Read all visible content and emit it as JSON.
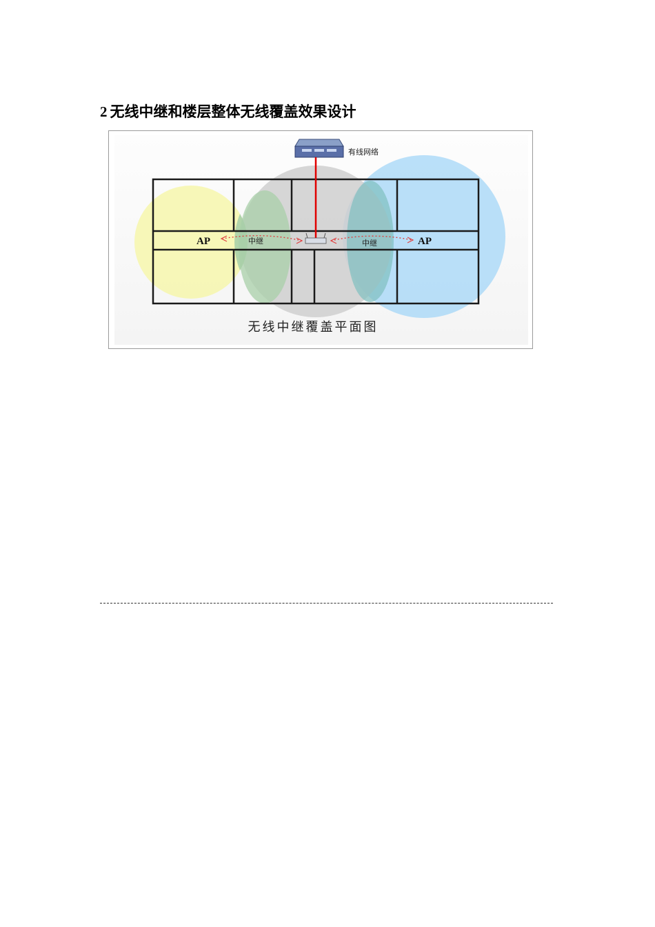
{
  "section": {
    "number": "2",
    "title": "无线中继和楼层整体无线覆盖效果设计"
  },
  "figure": {
    "switch_label": "有线网络",
    "ap_left": "AP",
    "ap_right": "AP",
    "relay_left": "中继",
    "relay_right": "中继",
    "caption": "无线中继覆盖平面图",
    "colors": {
      "left_circle": "#f6f6b0",
      "center_circle": "#cfcfcf",
      "right_circle": "#a9d8f7",
      "overlap_green": "#a8cfa8",
      "overlap_teal": "#7fbfbf",
      "wired_link": "#e00000",
      "relay_link": "#e04040",
      "walls": "#1a1a1a"
    }
  }
}
